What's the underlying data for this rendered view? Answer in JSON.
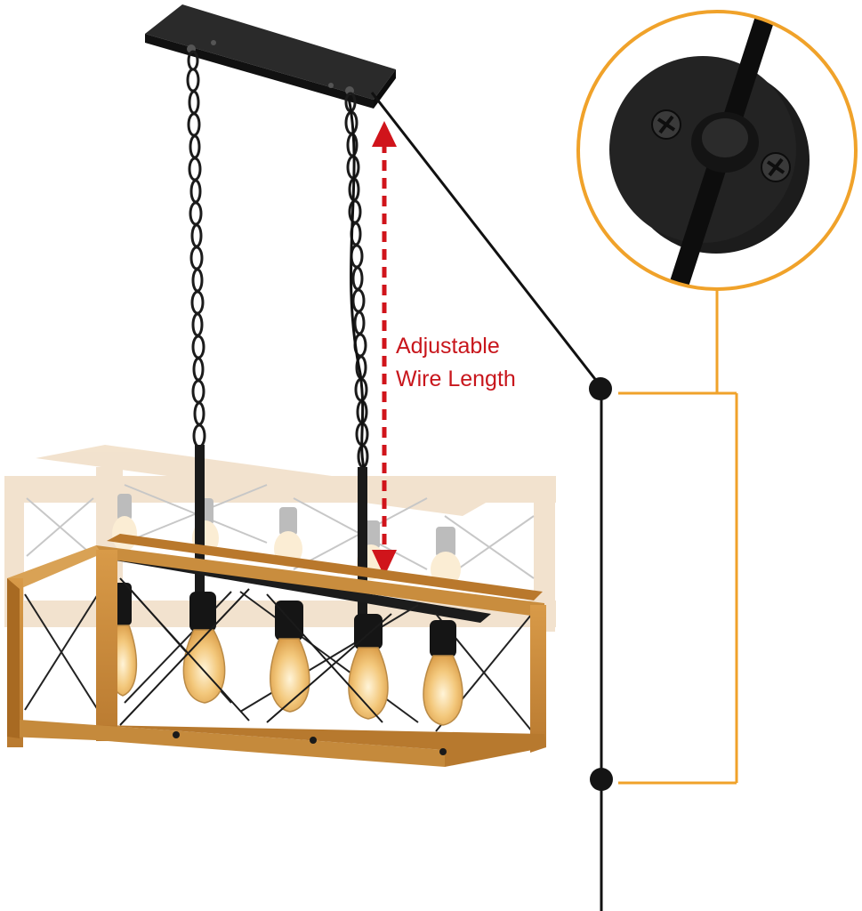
{
  "annotation": {
    "line1": "Adjustable",
    "line2": "Wire Length"
  },
  "colors": {
    "wood": "#c98d3e",
    "wood_dark": "#a86a22",
    "wood_ghost": "#f0dcc0",
    "metal": "#1e1e1e",
    "callout_orange": "#f0a22a",
    "arrow_red": "#d0141b",
    "bulb_glow": "#f3c87c"
  },
  "icons": {
    "ceiling_canopy": "canopy",
    "wall_clip": "cable-clip-icon",
    "screw": "screw-icon"
  }
}
